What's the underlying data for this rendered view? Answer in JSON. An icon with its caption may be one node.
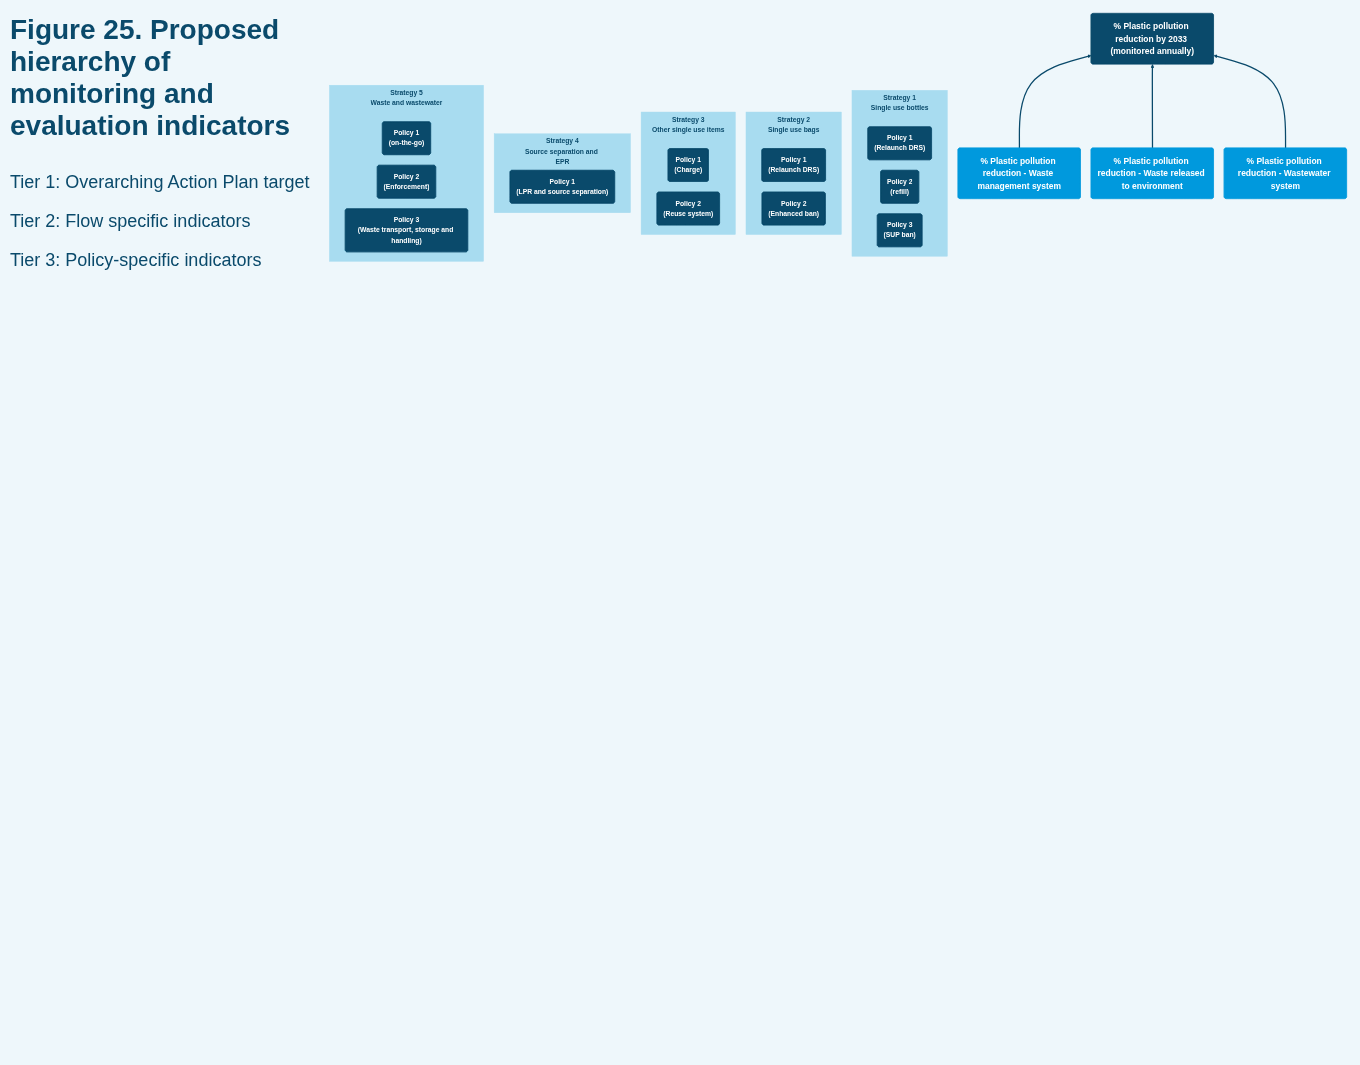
{
  "diagram": {
    "title": "Figure 25. Proposed hierarchy of monitoring and evaluation indicators",
    "nodes": [
      {
        "text": [
          "% Plastic pollution reduction by 2033 (monitored annually)"
        ]
      },
      {
        "text": [
          "% Plastic pollution reduction - Waste management system"
        ]
      },
      {
        "text": [
          "% Plastic pollution reduction - Waste released to environment"
        ]
      },
      {
        "text": [
          "% Plastic pollution reduction - Wastewater system"
        ]
      },
      {
        "text": [
          "Strategy 1",
          "Single use bottles"
        ]
      },
      {
        "text": [
          "Policy 1",
          "(Relaunch DRS)"
        ],
        "in": 4
      },
      {
        "text": [
          "Policy 2",
          "(refill)"
        ],
        "in": 4
      },
      {
        "text": [
          "Policy 3",
          "(SUP ban)"
        ],
        "in": 4
      },
      {
        "text": [
          "Strategy 2",
          "Single use bags"
        ]
      },
      {
        "text": [
          "Policy 1",
          "(Relaunch DRS)"
        ],
        "in": 8
      },
      {
        "text": [
          "Policy 2",
          "(Enhanced ban)"
        ],
        "in": 8
      },
      {
        "text": [
          "Strategy 3",
          "Other single use items"
        ]
      },
      {
        "text": [
          "Policy 1",
          "(Charge)"
        ],
        "in": 11
      },
      {
        "text": [
          "Policy 2",
          "(Reuse system)"
        ],
        "in": 11
      },
      {
        "text": [
          "Strategy 4",
          "Source separation and EPR"
        ]
      },
      {
        "text": [
          "Policy 1",
          "(LPR and source separation)"
        ],
        "in": 14
      },
      {
        "text": [
          "Strategy 5",
          "Waste and wastewater"
        ]
      },
      {
        "text": [
          "Policy 1",
          "(on-the-go)"
        ],
        "in": 16
      },
      {
        "text": [
          "Policy 2",
          "(Enforcement)"
        ],
        "in": 16
      },
      {
        "text": [
          "Policy 3",
          "(Waste transport, storage and handling)"
        ],
        "in": 16
      }
    ],
    "edges": [
      {
        "from": 1,
        "to": 0,
        "arrow": "to"
      },
      {
        "from": 2,
        "to": 0,
        "arrow": "to"
      },
      {
        "from": 3,
        "to": 0,
        "arrow": "to"
      }
    ],
    "labels": [
      "Tier 1: Overarching Action Plan target",
      "Tier 2: Flow specific indicators",
      "Tier 3: Policy-specific indicators"
    ]
  }
}
